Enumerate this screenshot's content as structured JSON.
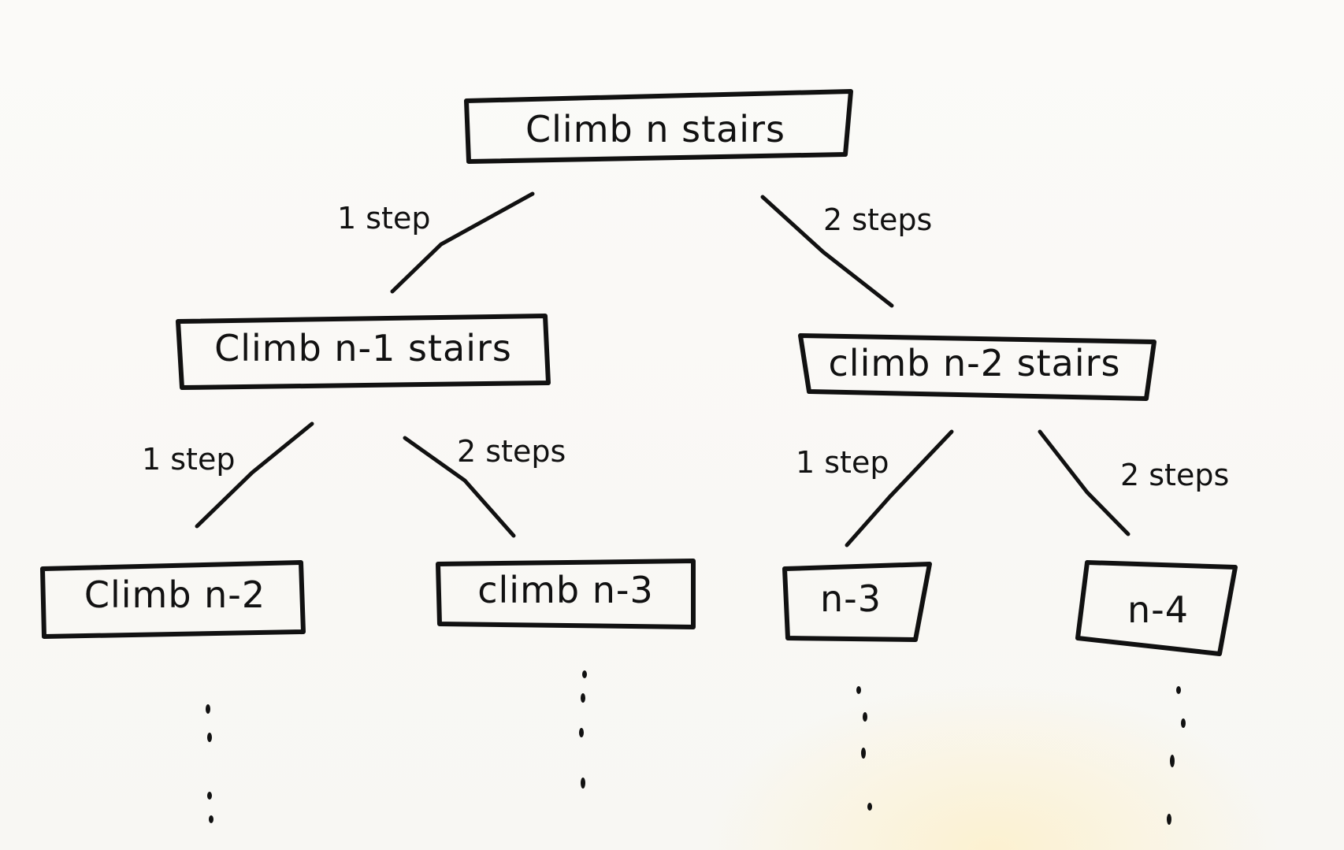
{
  "nodes": {
    "root": "Climb n stairs",
    "left": "Climb n-1 stairs",
    "right": "climb n-2 stairs",
    "left_left": "Climb n-2",
    "left_right": "climb n-3",
    "right_left": "n-3",
    "right_right": "n-4"
  },
  "edges": {
    "root_left": "1 step",
    "root_right": "2 steps",
    "left_left": "1 step",
    "left_right": "2 steps",
    "right_left": "1 step",
    "right_right": "2 steps"
  },
  "colors": {
    "ink": "#111111",
    "paper": "#fbfaf7"
  }
}
